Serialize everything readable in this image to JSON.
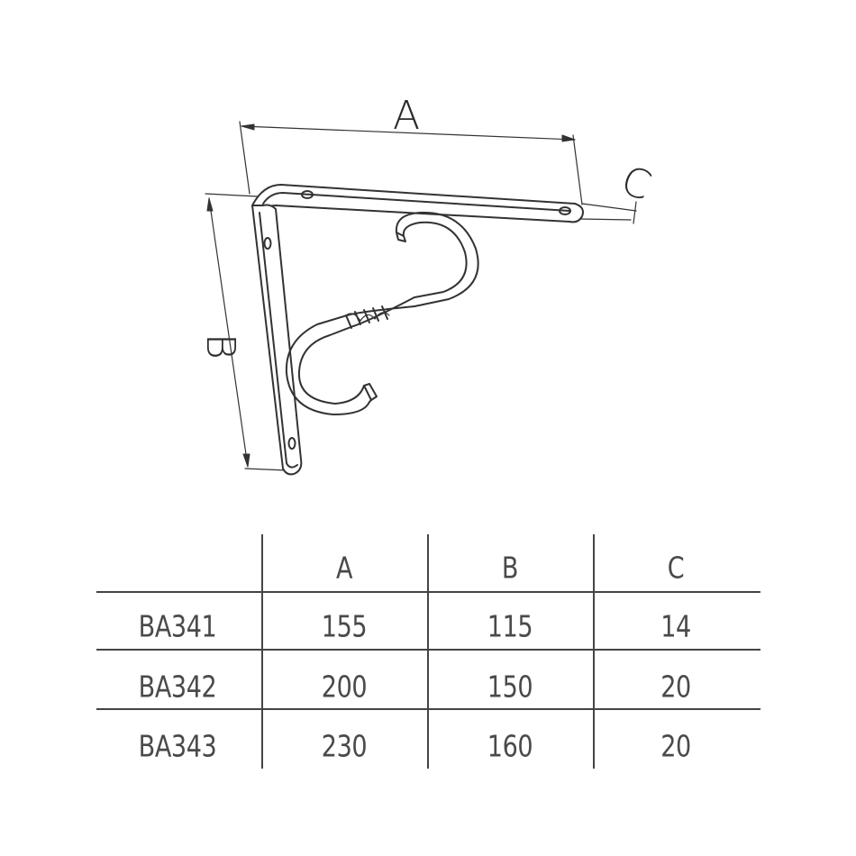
{
  "drawing": {
    "labels": {
      "a": "A",
      "b": "B",
      "c": "C"
    }
  },
  "table": {
    "headers": [
      "",
      "A",
      "B",
      "C"
    ],
    "rows": [
      {
        "model": "BA341",
        "a": "155",
        "b": "115",
        "c": "14"
      },
      {
        "model": "BA342",
        "a": "200",
        "b": "150",
        "c": "20"
      },
      {
        "model": "BA343",
        "a": "230",
        "b": "160",
        "c": "20"
      }
    ]
  }
}
